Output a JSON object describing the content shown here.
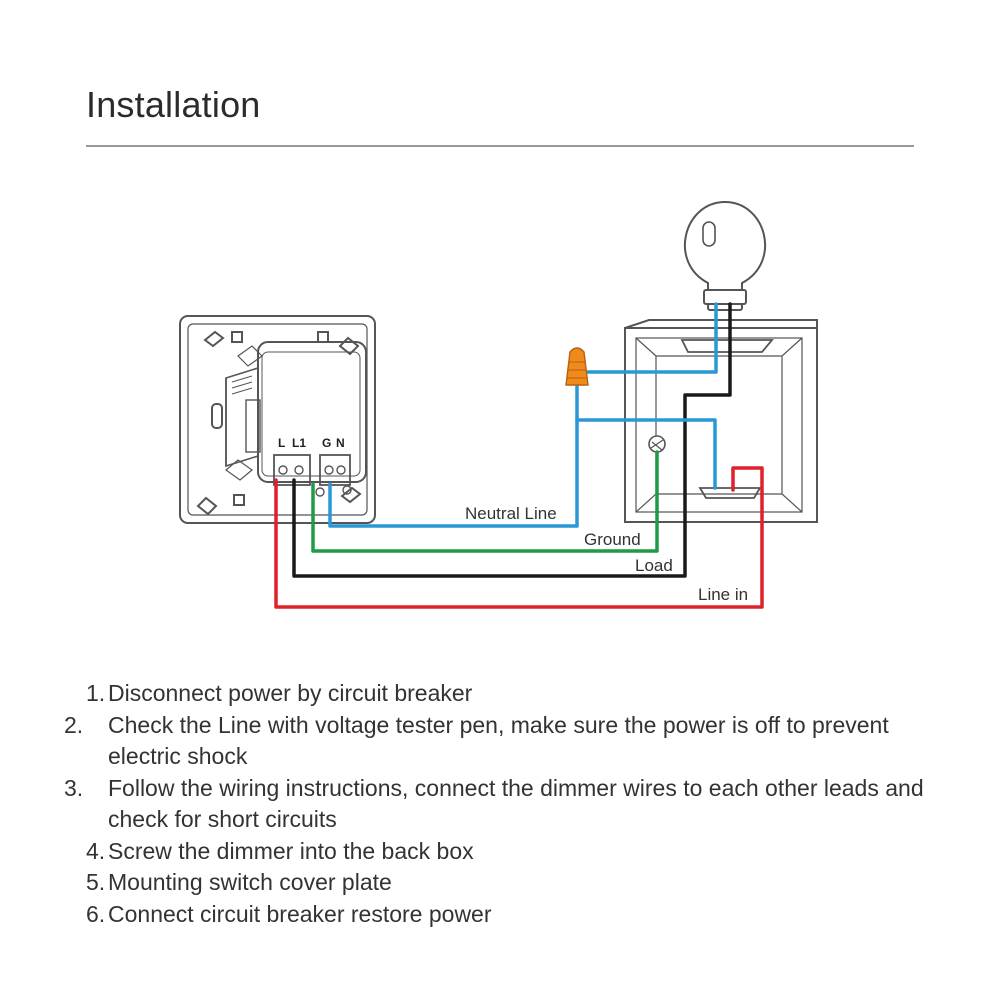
{
  "page": {
    "title": "Installation"
  },
  "diagram": {
    "terminal_labels": {
      "l": "L",
      "l1": "L1",
      "g": "G",
      "n": "N"
    },
    "wire_labels": {
      "neutral": "Neutral Line",
      "ground": "Ground",
      "load": "Load",
      "line_in": "Line in"
    },
    "colors": {
      "neutral": "#2a97d6",
      "ground": "#1f9a46",
      "load": "#1a1a1a",
      "line_in": "#e0212a",
      "wire_nut": "#f08a1c",
      "outline": "#555555"
    },
    "icons": [
      "dimmer-back-icon",
      "bulb-icon",
      "wire-nut-icon",
      "junction-box-icon",
      "ground-screw-icon"
    ]
  },
  "steps": [
    {
      "num": "1.",
      "text": "Disconnect power by circuit breaker"
    },
    {
      "num": "2.",
      "text": "Check the Line with voltage tester pen, make sure the power is off to prevent electric shock"
    },
    {
      "num": "3.",
      "text": "Follow the wiring instructions, connect the dimmer wires to each other leads and check for short circuits"
    },
    {
      "num": "4.",
      "text": "Screw the dimmer into the back box"
    },
    {
      "num": "5.",
      "text": "Mounting switch cover plate"
    },
    {
      "num": "6.",
      "text": "Connect circuit breaker restore power"
    }
  ]
}
